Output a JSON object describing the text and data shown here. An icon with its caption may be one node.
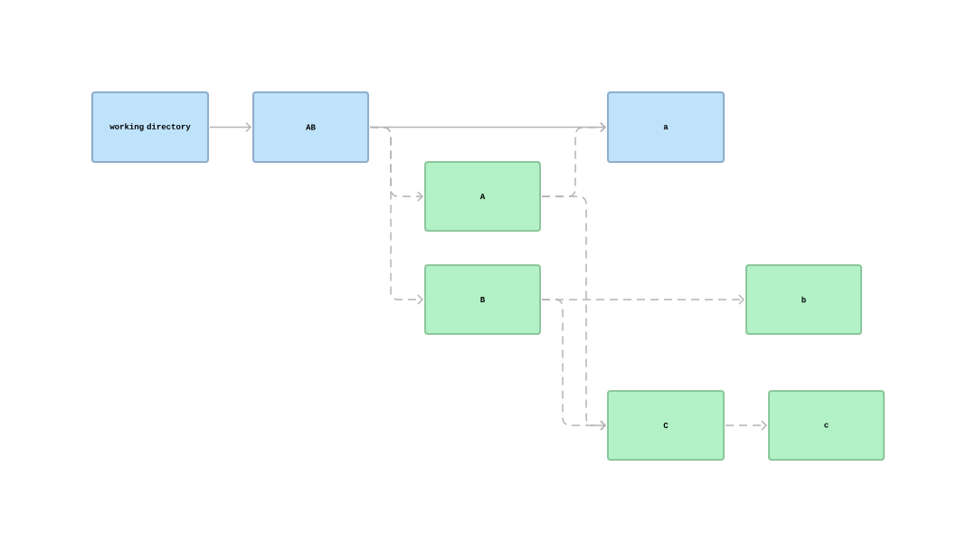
{
  "diagram": {
    "nodes": [
      {
        "text": [
          "working directory"
        ]
      },
      {
        "text": [
          "AB"
        ]
      },
      {
        "text": [
          "a"
        ]
      },
      {
        "text": [
          "A"
        ]
      },
      {
        "text": [
          "B"
        ]
      },
      {
        "text": [
          "b"
        ]
      },
      {
        "text": [
          "C"
        ]
      },
      {
        "text": [
          "c"
        ]
      }
    ],
    "edges": [
      {
        "from": 0,
        "to": 1,
        "arrow": "to"
      },
      {
        "from": 1,
        "to": 2,
        "arrow": "to"
      },
      {
        "from": 1,
        "to": 3,
        "arrow": "to",
        "style": "dashed"
      },
      {
        "from": 1,
        "to": 4,
        "arrow": "to",
        "style": "dashed"
      },
      {
        "from": 3,
        "to": 2,
        "arrow": "to",
        "style": "dashed"
      },
      {
        "from": 3,
        "to": 6,
        "arrow": "to",
        "style": "dashed"
      },
      {
        "from": 4,
        "to": 5,
        "arrow": "to",
        "style": "dashed"
      },
      {
        "from": 4,
        "to": 6,
        "arrow": "to",
        "style": "dashed"
      },
      {
        "from": 6,
        "to": 7,
        "arrow": "to",
        "style": "dashed"
      }
    ]
  }
}
